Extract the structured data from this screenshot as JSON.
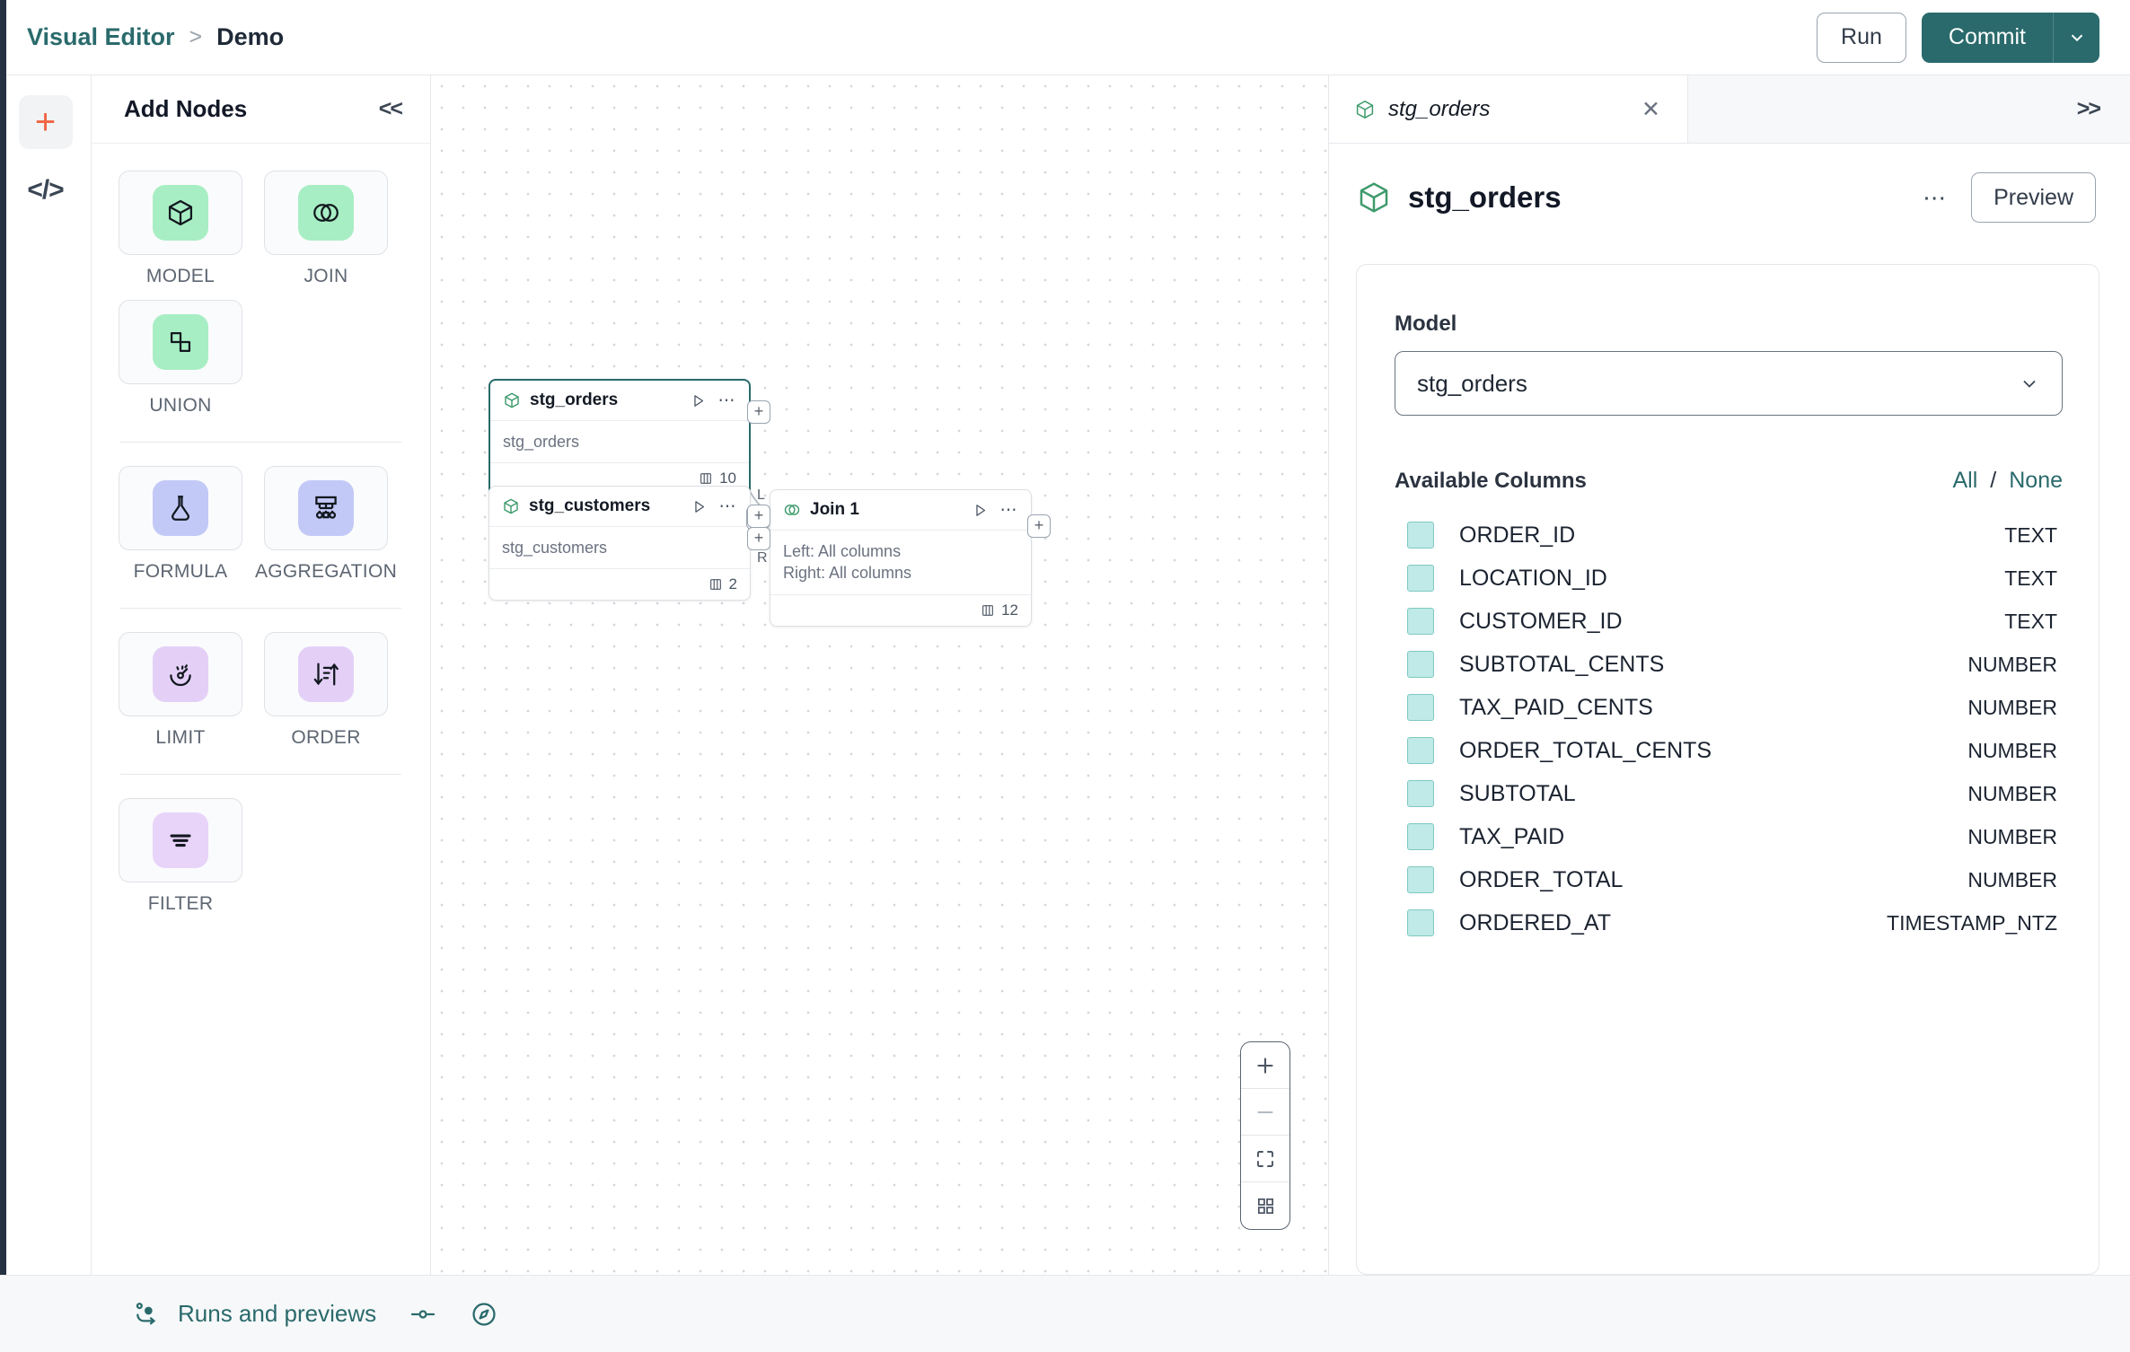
{
  "topbar": {
    "breadcrumb_root": "Visual Editor",
    "breadcrumb_separator": ">",
    "breadcrumb_current": "Demo",
    "run_label": "Run",
    "commit_label": "Commit",
    "commit_caret_icon": "chevron-down-icon"
  },
  "rail": {
    "add_icon": "plus-icon",
    "code_icon": "code-icon"
  },
  "nodes_panel": {
    "title": "Add Nodes",
    "collapse_icon": "<<",
    "groups": [
      {
        "items": [
          {
            "label": "MODEL",
            "icon": "cube-icon",
            "chip": "chip-green"
          },
          {
            "label": "JOIN",
            "icon": "venn-icon",
            "chip": "chip-green"
          },
          {
            "label": "UNION",
            "icon": "union-icon",
            "chip": "chip-green"
          }
        ]
      },
      {
        "items": [
          {
            "label": "FORMULA",
            "icon": "flask-icon",
            "chip": "chip-blue"
          },
          {
            "label": "AGGREGATION",
            "icon": "aggregation-icon",
            "chip": "chip-blue"
          }
        ]
      },
      {
        "items": [
          {
            "label": "LIMIT",
            "icon": "limit-icon",
            "chip": "chip-pink"
          },
          {
            "label": "ORDER",
            "icon": "order-icon",
            "chip": "chip-pink"
          }
        ]
      },
      {
        "items": [
          {
            "label": "FILTER",
            "icon": "filter-icon",
            "chip": "chip-pink2"
          }
        ]
      }
    ]
  },
  "canvas": {
    "nodes": [
      {
        "id": "stg_orders",
        "title": "stg_orders",
        "icon": "cube-icon",
        "body": [
          "stg_orders"
        ],
        "column_count": "10",
        "selected": true,
        "play_icon": "play-icon",
        "menu_icon": "ellipsis-icon"
      },
      {
        "id": "stg_customers",
        "title": "stg_customers",
        "icon": "cube-icon",
        "body": [
          "stg_customers"
        ],
        "column_count": "2",
        "selected": false,
        "play_icon": "play-icon",
        "menu_icon": "ellipsis-icon"
      },
      {
        "id": "join_1",
        "title": "Join 1",
        "icon": "venn-icon",
        "body": [
          "Left: All columns",
          "Right: All columns"
        ],
        "column_count": "12",
        "selected": false,
        "play_icon": "play-icon",
        "menu_icon": "ellipsis-icon",
        "input_port_labels": [
          "L",
          "R"
        ]
      }
    ],
    "port_symbol": "+",
    "zoom_controls": [
      {
        "name": "zoom-in-button",
        "icon": "plus-icon"
      },
      {
        "name": "zoom-out-button",
        "icon": "minus-icon"
      },
      {
        "name": "fit-view-button",
        "icon": "fit-screen-icon"
      },
      {
        "name": "layout-button",
        "icon": "grid-icon"
      }
    ]
  },
  "rightpanel": {
    "tab_label": "stg_orders",
    "tab_icon": "cube-icon",
    "tab_close_icon": "close-icon",
    "expand_icon": ">>",
    "panel_title": "stg_orders",
    "panel_icon": "cube-icon",
    "menu_icon": "ellipsis-icon",
    "preview_label": "Preview",
    "model_field_label": "Model",
    "model_value": "stg_orders",
    "model_caret_icon": "chevron-down-icon",
    "columns_title": "Available Columns",
    "select_all_label": "All",
    "select_separator": "/",
    "select_none_label": "None",
    "columns": [
      {
        "name": "ORDER_ID",
        "type": "TEXT",
        "checked": true
      },
      {
        "name": "LOCATION_ID",
        "type": "TEXT",
        "checked": true
      },
      {
        "name": "CUSTOMER_ID",
        "type": "TEXT",
        "checked": true
      },
      {
        "name": "SUBTOTAL_CENTS",
        "type": "NUMBER",
        "checked": true
      },
      {
        "name": "TAX_PAID_CENTS",
        "type": "NUMBER",
        "checked": true
      },
      {
        "name": "ORDER_TOTAL_CENTS",
        "type": "NUMBER",
        "checked": true
      },
      {
        "name": "SUBTOTAL",
        "type": "NUMBER",
        "checked": true
      },
      {
        "name": "TAX_PAID",
        "type": "NUMBER",
        "checked": true
      },
      {
        "name": "ORDER_TOTAL",
        "type": "NUMBER",
        "checked": true
      },
      {
        "name": "ORDERED_AT",
        "type": "TIMESTAMP_NTZ",
        "checked": true
      }
    ]
  },
  "bottombar": {
    "runs_label": "Runs and previews",
    "runs_icon": "flow-run-icon",
    "toggle_icon": "slider-icon",
    "compass_icon": "compass-icon"
  },
  "colors": {
    "accent_teal": "#2a6a6c",
    "accent_orange": "#f06543",
    "chip_green": "#a8eec4",
    "chip_blue": "#c3c9f7",
    "chip_pink": "#e4d0f7",
    "checkbox_fill": "#bfeae7"
  }
}
